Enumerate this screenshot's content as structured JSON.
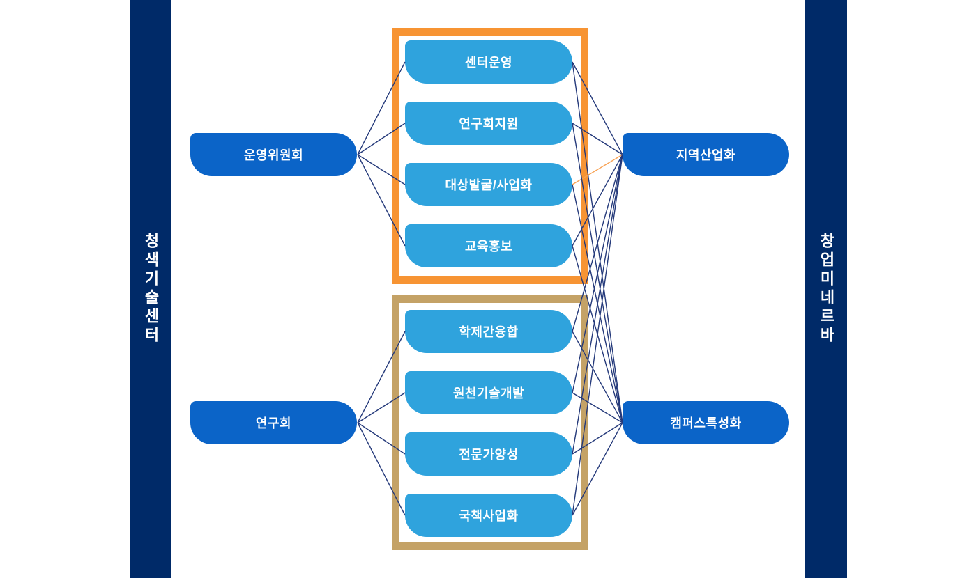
{
  "side_bars": {
    "left": {
      "text": "청색기술센터",
      "color": "#002a68"
    },
    "right": {
      "text": "창업미네르바",
      "color": "#002a68"
    }
  },
  "diagram": {
    "committees": [
      {
        "id": "committee-top",
        "label": "운영위원회"
      },
      {
        "id": "committee-bottom",
        "label": "연구회"
      }
    ],
    "groups": [
      {
        "id": "group-operations",
        "border_color": "#f79433",
        "items": [
          {
            "id": "top-0",
            "label": "센터운영"
          },
          {
            "id": "top-1",
            "label": "연구회지원"
          },
          {
            "id": "top-2",
            "label": "대상발굴/사업화"
          },
          {
            "id": "top-3",
            "label": "교육홍보"
          }
        ]
      },
      {
        "id": "group-research",
        "border_color": "#c4a266",
        "items": [
          {
            "id": "bottom-0",
            "label": "학제간융합"
          },
          {
            "id": "bottom-1",
            "label": "원천기술개발"
          },
          {
            "id": "bottom-2",
            "label": "전문가양성"
          },
          {
            "id": "bottom-3",
            "label": "국책사업화"
          }
        ]
      }
    ],
    "outcomes": [
      {
        "id": "outcome-regional",
        "label": "지역산업화"
      },
      {
        "id": "outcome-campus",
        "label": "캠퍼스특성화"
      }
    ],
    "colors": {
      "committee_node": "#0b64c8",
      "group_node": "#2fa3dd",
      "outcome_node": "#0b64c8",
      "edge": "#24397a",
      "edge_highlight": "#f8a254"
    },
    "edges": [
      {
        "from": "committee-top",
        "to": "top-0"
      },
      {
        "from": "committee-top",
        "to": "top-1"
      },
      {
        "from": "committee-top",
        "to": "top-2"
      },
      {
        "from": "committee-top",
        "to": "top-3"
      },
      {
        "from": "committee-bottom",
        "to": "bottom-0"
      },
      {
        "from": "committee-bottom",
        "to": "bottom-1"
      },
      {
        "from": "committee-bottom",
        "to": "bottom-2"
      },
      {
        "from": "committee-bottom",
        "to": "bottom-3"
      },
      {
        "from": "top-0",
        "to": "outcome-regional"
      },
      {
        "from": "top-1",
        "to": "outcome-regional"
      },
      {
        "from": "top-2",
        "to": "outcome-regional",
        "color": "orange"
      },
      {
        "from": "top-3",
        "to": "outcome-regional"
      },
      {
        "from": "top-0",
        "to": "outcome-campus"
      },
      {
        "from": "top-1",
        "to": "outcome-campus"
      },
      {
        "from": "top-2",
        "to": "outcome-campus"
      },
      {
        "from": "top-3",
        "to": "outcome-campus"
      },
      {
        "from": "bottom-0",
        "to": "outcome-regional"
      },
      {
        "from": "bottom-1",
        "to": "outcome-regional"
      },
      {
        "from": "bottom-2",
        "to": "outcome-regional"
      },
      {
        "from": "bottom-3",
        "to": "outcome-regional"
      },
      {
        "from": "bottom-0",
        "to": "outcome-campus"
      },
      {
        "from": "bottom-1",
        "to": "outcome-campus"
      },
      {
        "from": "bottom-2",
        "to": "outcome-campus"
      },
      {
        "from": "bottom-3",
        "to": "outcome-campus"
      }
    ]
  }
}
